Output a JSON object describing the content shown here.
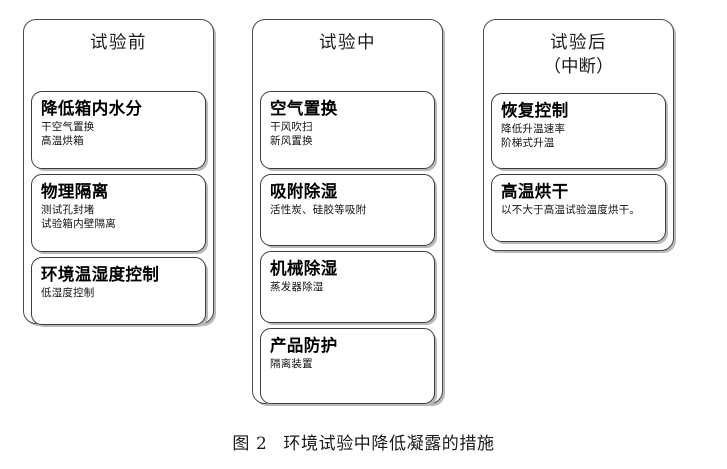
{
  "figure": {
    "caption_label": "图 2",
    "caption_text": "环境试验中降低凝露的措施"
  },
  "columns": [
    {
      "id": "before-test",
      "title": "试验前",
      "subtitle": "",
      "cards": [
        {
          "title": "降低箱内水分",
          "lines": [
            "干空气置换",
            "高温烘箱"
          ]
        },
        {
          "title": "物理隔离",
          "lines": [
            "测试孔封堵",
            "试验箱内壁隔离"
          ]
        },
        {
          "title": "环境温湿度控制",
          "lines": [
            "低湿度控制"
          ]
        }
      ]
    },
    {
      "id": "during-test",
      "title": "试验中",
      "subtitle": "",
      "cards": [
        {
          "title": "空气置换",
          "lines": [
            "干风吹扫",
            "新风置换"
          ]
        },
        {
          "title": "吸附除湿",
          "lines": [
            "活性炭、硅胶等吸附"
          ]
        },
        {
          "title": "机械除湿",
          "lines": [
            "蒸发器除湿"
          ]
        },
        {
          "title": "产品防护",
          "lines": [
            "隔离装置"
          ]
        }
      ]
    },
    {
      "id": "after-test",
      "title": "试验后",
      "subtitle": "（中断）",
      "cards": [
        {
          "title": "恢复控制",
          "lines": [
            "降低升温速率",
            "阶梯式升温"
          ]
        },
        {
          "title": "高温烘干",
          "lines": [
            "以不大于高温试验温度烘干。"
          ]
        }
      ]
    }
  ],
  "colors": {
    "border": "#3d3d3d",
    "shadow": "#b9b9b9",
    "background": "#ffffff",
    "text": "#000000"
  }
}
